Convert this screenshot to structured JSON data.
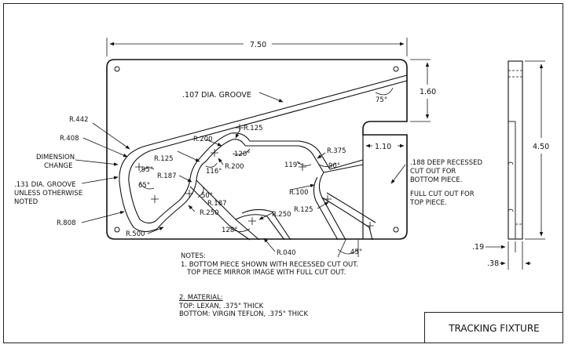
{
  "title_block": {
    "title": "TRACKING FIXTURE"
  },
  "dimensions": {
    "overall_width": "7.50",
    "overall_height": "4.50",
    "notch_height": "1.60",
    "notch_width": "1.10",
    "side_thickness": ".19",
    "side_depth": ".38"
  },
  "angles": {
    "a75": "75°",
    "a95": "95°",
    "a65": "65°",
    "a116": "116°",
    "a50": "50°",
    "a120": "120°",
    "a119": "119°",
    "a90": "90°",
    "a128": "128°",
    "a45": "45°"
  },
  "radii": {
    "r442": "R.442",
    "r408": "R.408",
    "r808": "R.808",
    "r500": "R.500",
    "r125a": "R.125",
    "r187a": "R.187",
    "r250a": "R.250",
    "r187b": "R.187",
    "r200a": "R.200",
    "r125b": "R.125",
    "r200b": "R.200",
    "r375": "R.375",
    "r100": "R.100",
    "r125c": "R.125",
    "r250b": "R.250",
    "r040": "R.040"
  },
  "callouts": {
    "groove107": ".107 DIA. GROOVE",
    "dim_change_1": "DIMENSION",
    "dim_change_2": "CHANGE",
    "groove131_1": ".131 DIA. GROOVE",
    "groove131_2": "UNLESS OTHERWISE",
    "groove131_3": "NOTED",
    "recess_1": ".188 DEEP RECESSED",
    "recess_2": "CUT OUT FOR",
    "recess_3": "BOTTOM PIECE.",
    "cut_1": "FULL CUT OUT FOR",
    "cut_2": "TOP PIECE."
  },
  "notes": {
    "heading": "NOTES:",
    "line1": "1. BOTTOM PIECE SHOWN WITH RECESSED CUT OUT.",
    "line2": "   TOP PIECE MIRROR IMAGE WITH FULL CUT OUT."
  },
  "material": {
    "heading": "2. MATERIAL:",
    "top": "TOP: LEXAN, .375\" THICK",
    "bottom": "BOTTOM: VIRGIN TEFLON, .375\" THICK"
  }
}
